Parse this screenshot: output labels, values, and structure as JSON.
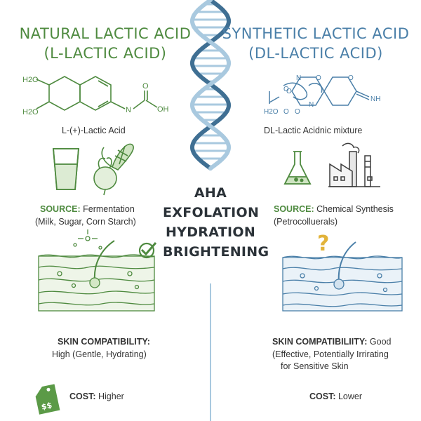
{
  "left": {
    "title_line1": "NATURAL LACTIC ACID",
    "title_line2": "(L-LACTIC ACID)",
    "chem_labels": [
      "H2O",
      "H2O",
      "N",
      "O",
      "OH"
    ],
    "molecule_name": "L-(+)-Lactic Acid",
    "source_label": "SOURCE:",
    "source_value": "Fermentation",
    "source_detail": "(Milk, Sugar, Corn Starch)",
    "skin_label": "SKIN COMPATIBILITY:",
    "skin_value": "High (Gentle, Hydrating)",
    "cost_label": "COST:",
    "cost_value": "Higher",
    "tag_text": "$$"
  },
  "right": {
    "title_line1": "SYNTHETIC LACTIC ACID",
    "title_line2": "(DL-LACTIC ACID)",
    "chem_labels": [
      "N",
      "O",
      "O",
      "N",
      "O",
      "NH",
      "O",
      "H2O",
      "O",
      "O"
    ],
    "molecule_name": "DL-Lactic Acidnic mixture",
    "source_label": "SOURCE:",
    "source_value": "Chemical Synthesis",
    "source_detail": "(Petrocolluerals)",
    "skin_label": "SKIN COMPATIBILIITY:",
    "skin_value": "Good",
    "skin_detail1": "(Effective, Potentially Irrirating",
    "skin_detail2": "for Sensitive Skin",
    "cost_label": "COST:",
    "cost_value": "Lower",
    "question_mark": "?"
  },
  "center": {
    "lines": [
      "AHA",
      "EXFOLATION",
      "HYDRATION",
      "BRIGHTENING"
    ]
  },
  "colors": {
    "green": "#4e8a3f",
    "blue": "#4a7fa8",
    "helix_dark": "#3f6f93",
    "helix_light": "#a9c9df"
  },
  "icons": [
    "dna-helix-icon",
    "glass-of-milk-icon",
    "corn-beet-icon",
    "flask-icon",
    "factory-icon",
    "skin-layer-icon",
    "checkmark-icon",
    "question-mark-icon",
    "price-tag-icon"
  ]
}
